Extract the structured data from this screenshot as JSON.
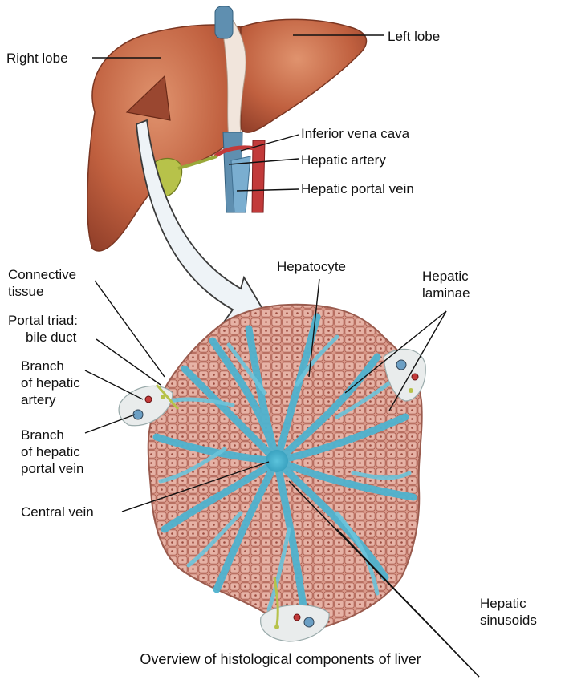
{
  "labels": {
    "right_lobe": "Right lobe",
    "left_lobe": "Left lobe",
    "inferior_vena_cava": "Inferior vena cava",
    "hepatic_artery": "Hepatic artery",
    "hepatic_portal_vein": "Hepatic portal vein",
    "connective_tissue": [
      "Connective",
      "tissue"
    ],
    "portal_triad": [
      "Portal triad:",
      "bile duct"
    ],
    "branch_hepatic_artery": [
      "Branch",
      "of hepatic",
      "artery"
    ],
    "branch_hepatic_portal_vein": [
      "Branch",
      "of hepatic",
      "portal vein"
    ],
    "central_vein": "Central vein",
    "hepatocyte": "Hepatocyte",
    "hepatic_laminae": [
      "Hepatic",
      "laminae"
    ],
    "hepatic_sinusoids": [
      "Hepatic",
      "sinusoids"
    ]
  },
  "caption": "Overview of histological components of liver",
  "colors": {
    "liver": "#b9583d",
    "liver_light": "#d98563",
    "vena_cava": "#5f8fb0",
    "artery": "#c23a3a",
    "portal_vein": "#6b9fc4",
    "gallbladder": "#b7c24a",
    "lobule_cells": "#d79a8a",
    "sinusoid": "#4fb3cf",
    "arrow_fill": "#eef3f7",
    "arrow_stroke": "#3a3a3a"
  }
}
